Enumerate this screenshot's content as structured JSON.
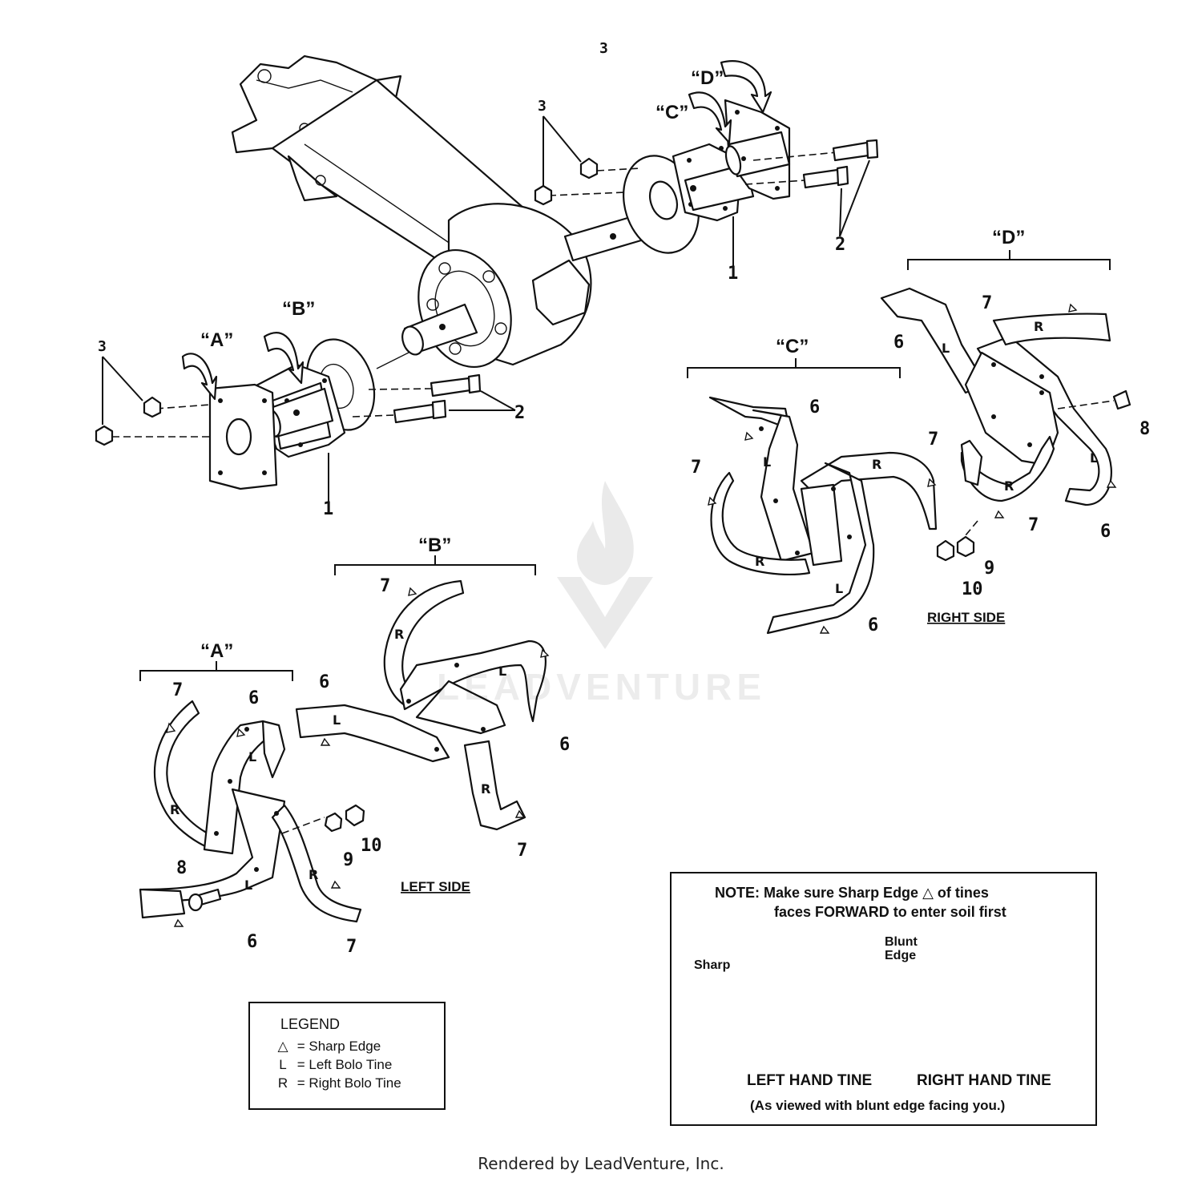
{
  "labels": {
    "top_three": "3",
    "group_a": "“A”",
    "group_b": "“B”",
    "group_c": "“C”",
    "group_d": "“D”",
    "part_1": "1",
    "part_2": "2",
    "part_3": "3",
    "part_6": "6",
    "part_7": "7",
    "part_8": "8",
    "part_9": "9",
    "part_10": "10",
    "tine_l": "L",
    "tine_r": "R"
  },
  "sides": {
    "left": "LEFT SIDE",
    "right": "RIGHT SIDE"
  },
  "legend": {
    "title": "LEGEND",
    "rows": [
      {
        "symbol": "△",
        "text": "= Sharp Edge"
      },
      {
        "symbol": "L",
        "text": "= Left Bolo Tine"
      },
      {
        "symbol": "R",
        "text": "= Right Bolo Tine"
      }
    ]
  },
  "note": {
    "line1": "NOTE:  Make sure Sharp Edge △ of tines",
    "line2": "faces FORWARD to enter soil first",
    "sharp": "Sharp",
    "blunt_1": "Blunt",
    "blunt_2": "Edge",
    "left_hand": "LEFT HAND TINE",
    "right_hand": "RIGHT HAND TINE",
    "viewed": "(As viewed with blunt edge facing you.)"
  },
  "watermark": "LEADVENTURE",
  "footer": "Rendered by LeadVenture, Inc."
}
